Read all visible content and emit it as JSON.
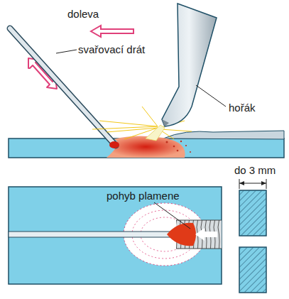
{
  "diagram": {
    "labels": [
      "doleva",
      "svařovací drát",
      "hořák",
      "pohyb plamene",
      "do 3 mm"
    ]
  }
}
